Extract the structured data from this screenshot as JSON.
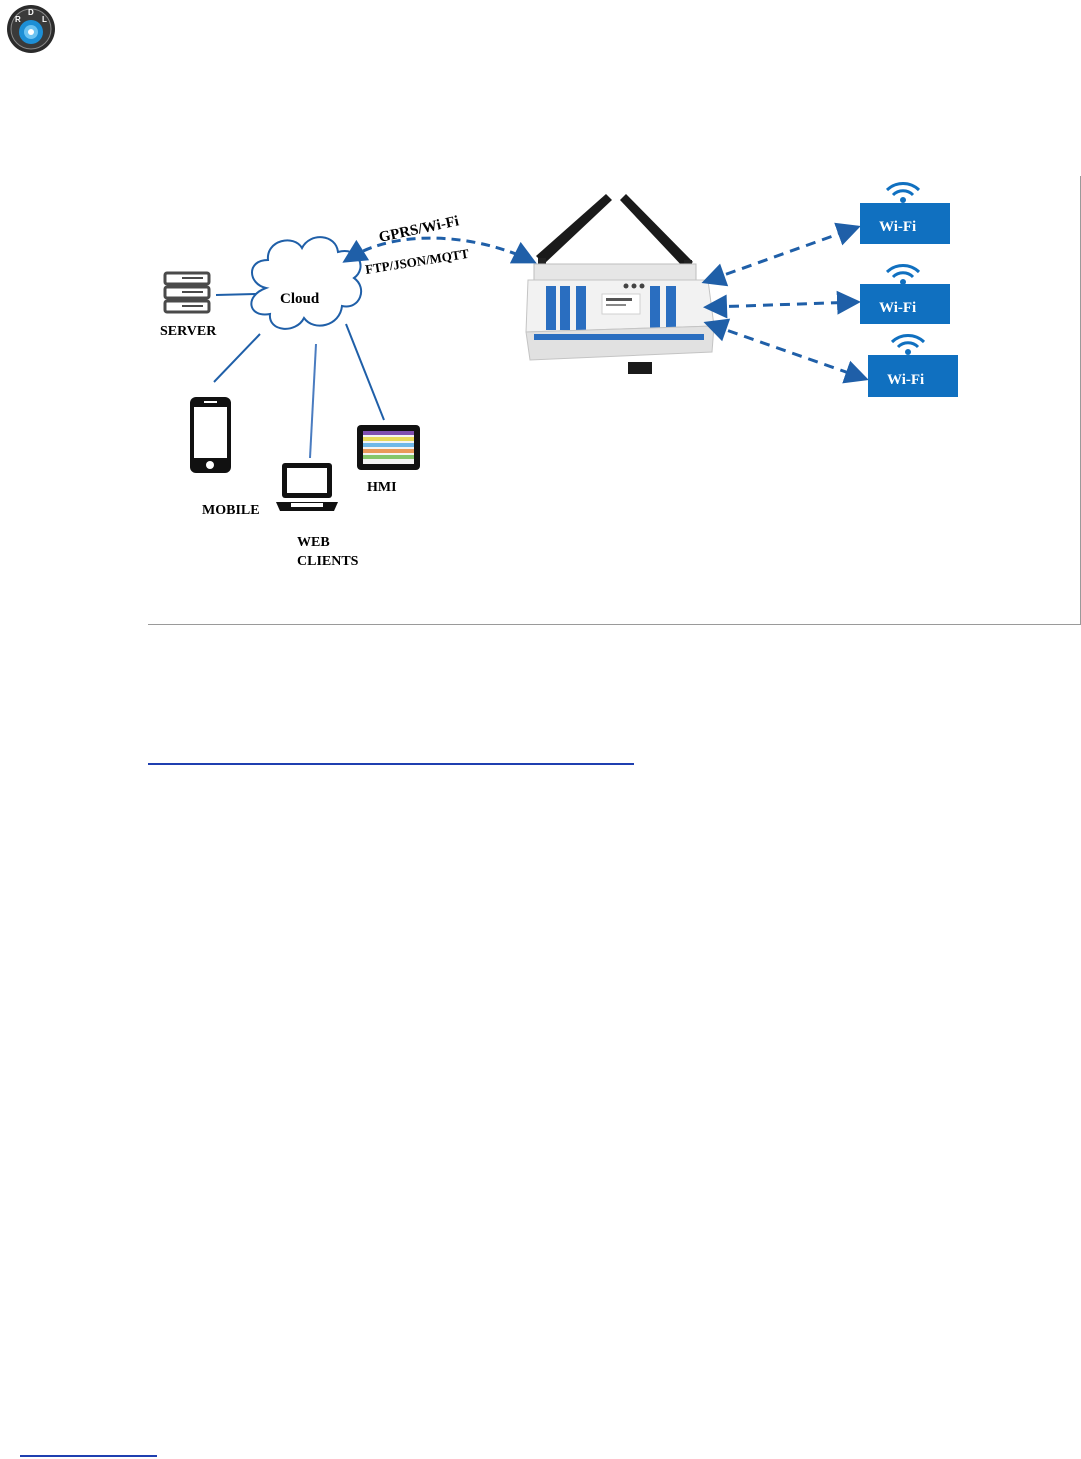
{
  "logo": {
    "letters": [
      "R",
      "D",
      "L"
    ]
  },
  "diagram": {
    "cloud_label": "Cloud",
    "server_label": "SERVER",
    "mobile_label": "MOBILE",
    "web_clients_label_line1": "WEB",
    "web_clients_label_line2": "CLIENTS",
    "hmi_label": "HMI",
    "protocol_label_1": "GPRS/Wi-Fi",
    "protocol_label_2": "FTP/JSON/MQTT",
    "wifi_nodes": [
      "Wi-Fi",
      "Wi-Fi",
      "Wi-Fi"
    ]
  },
  "colors": {
    "link_blue": "#1f5fa8",
    "wifi_box": "#1070c0",
    "device_panel": "#2a6ec0",
    "underline": "#1f3fb0"
  }
}
